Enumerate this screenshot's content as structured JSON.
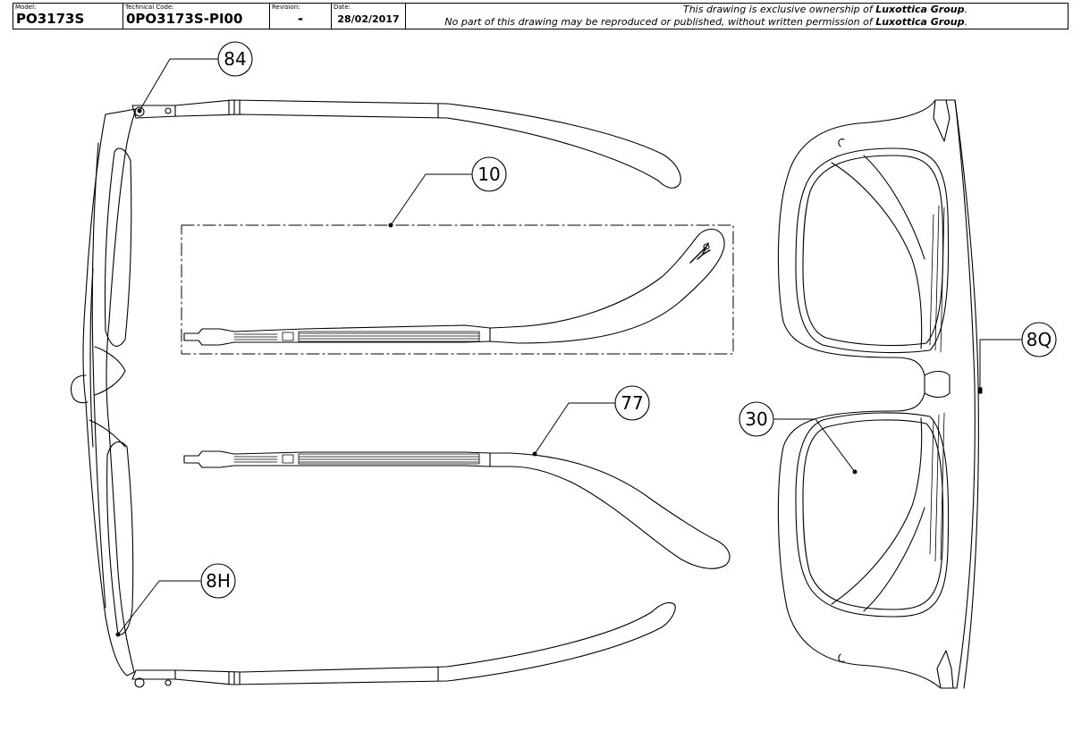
{
  "title_block": {
    "model_label": "Model:",
    "model_value": "PO3173S",
    "technical_code_label": "Technical Code:",
    "technical_code_value": "0PO3173S-PI00",
    "revision_label": "Revision:",
    "revision_value": "-",
    "date_label": "Date:",
    "date_value": "28/02/2017",
    "notice_line1_prefix": "This drawing is exclusive ownership of ",
    "notice_line1_company": "Luxottica Group",
    "notice_line1_suffix": ".",
    "notice_line2_prefix": "No part of this drawing may be reproduced or published, without written permission of ",
    "notice_line2_company": "Luxottica Group",
    "notice_line2_suffix": "."
  },
  "callouts": {
    "c84": "84",
    "c10": "10",
    "c77": "77",
    "c30": "30",
    "c8Q": "8Q",
    "c8H": "8H"
  },
  "colors": {
    "line": "#000000",
    "background": "#ffffff"
  }
}
